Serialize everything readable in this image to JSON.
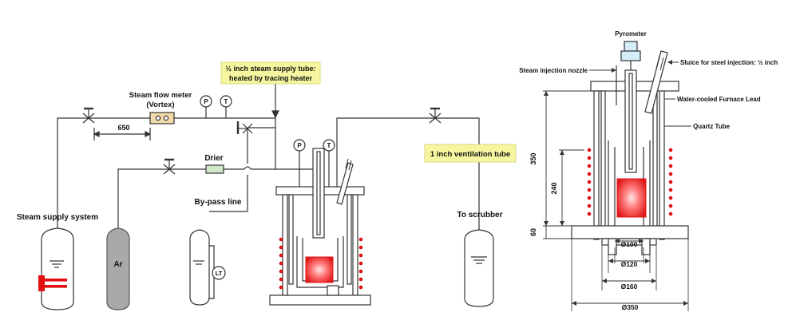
{
  "left_schematic": {
    "tube_note_line1": "½ inch steam supply tube:",
    "tube_note_line2": "heated by tracing heater",
    "flow_meter_line1": "Steam flow meter",
    "flow_meter_line2": "(Vortex)",
    "dim_650": "650",
    "drier": "Drier",
    "bypass": "By-pass line",
    "steam_supply": "Steam supply system",
    "argon": "Ar",
    "level_gauge": "LT",
    "gauge_p": "P",
    "gauge_t": "T",
    "vent_tube": "1 inch ventilation tube",
    "scrubber": "To scrubber"
  },
  "right_schematic": {
    "pyrometer": "Pyrometer",
    "steam_nozzle": "Steam injection nozzle",
    "sluice": "Sluice for steel injection: ½ inch",
    "furnace_lead": "Water-cooled Furnace Lead",
    "quartz_tube": "Quartz Tube",
    "dim_350_h": "350",
    "dim_240": "240",
    "dim_60": "60",
    "dia_100": "Ø100",
    "dia_120": "Ø120",
    "dia_160": "Ø160",
    "dia_350": "Ø350"
  },
  "colors": {
    "line": "#333333",
    "heater_dot": "#e01010",
    "crucible_core": "#ff8080",
    "crucible_edge": "#e01818",
    "note_bg": "#f6f6a0",
    "argon_fill": "#a9a9a9",
    "drier_fill": "#cfe8c8",
    "flowmeter_fill": "#f2d9a8"
  }
}
